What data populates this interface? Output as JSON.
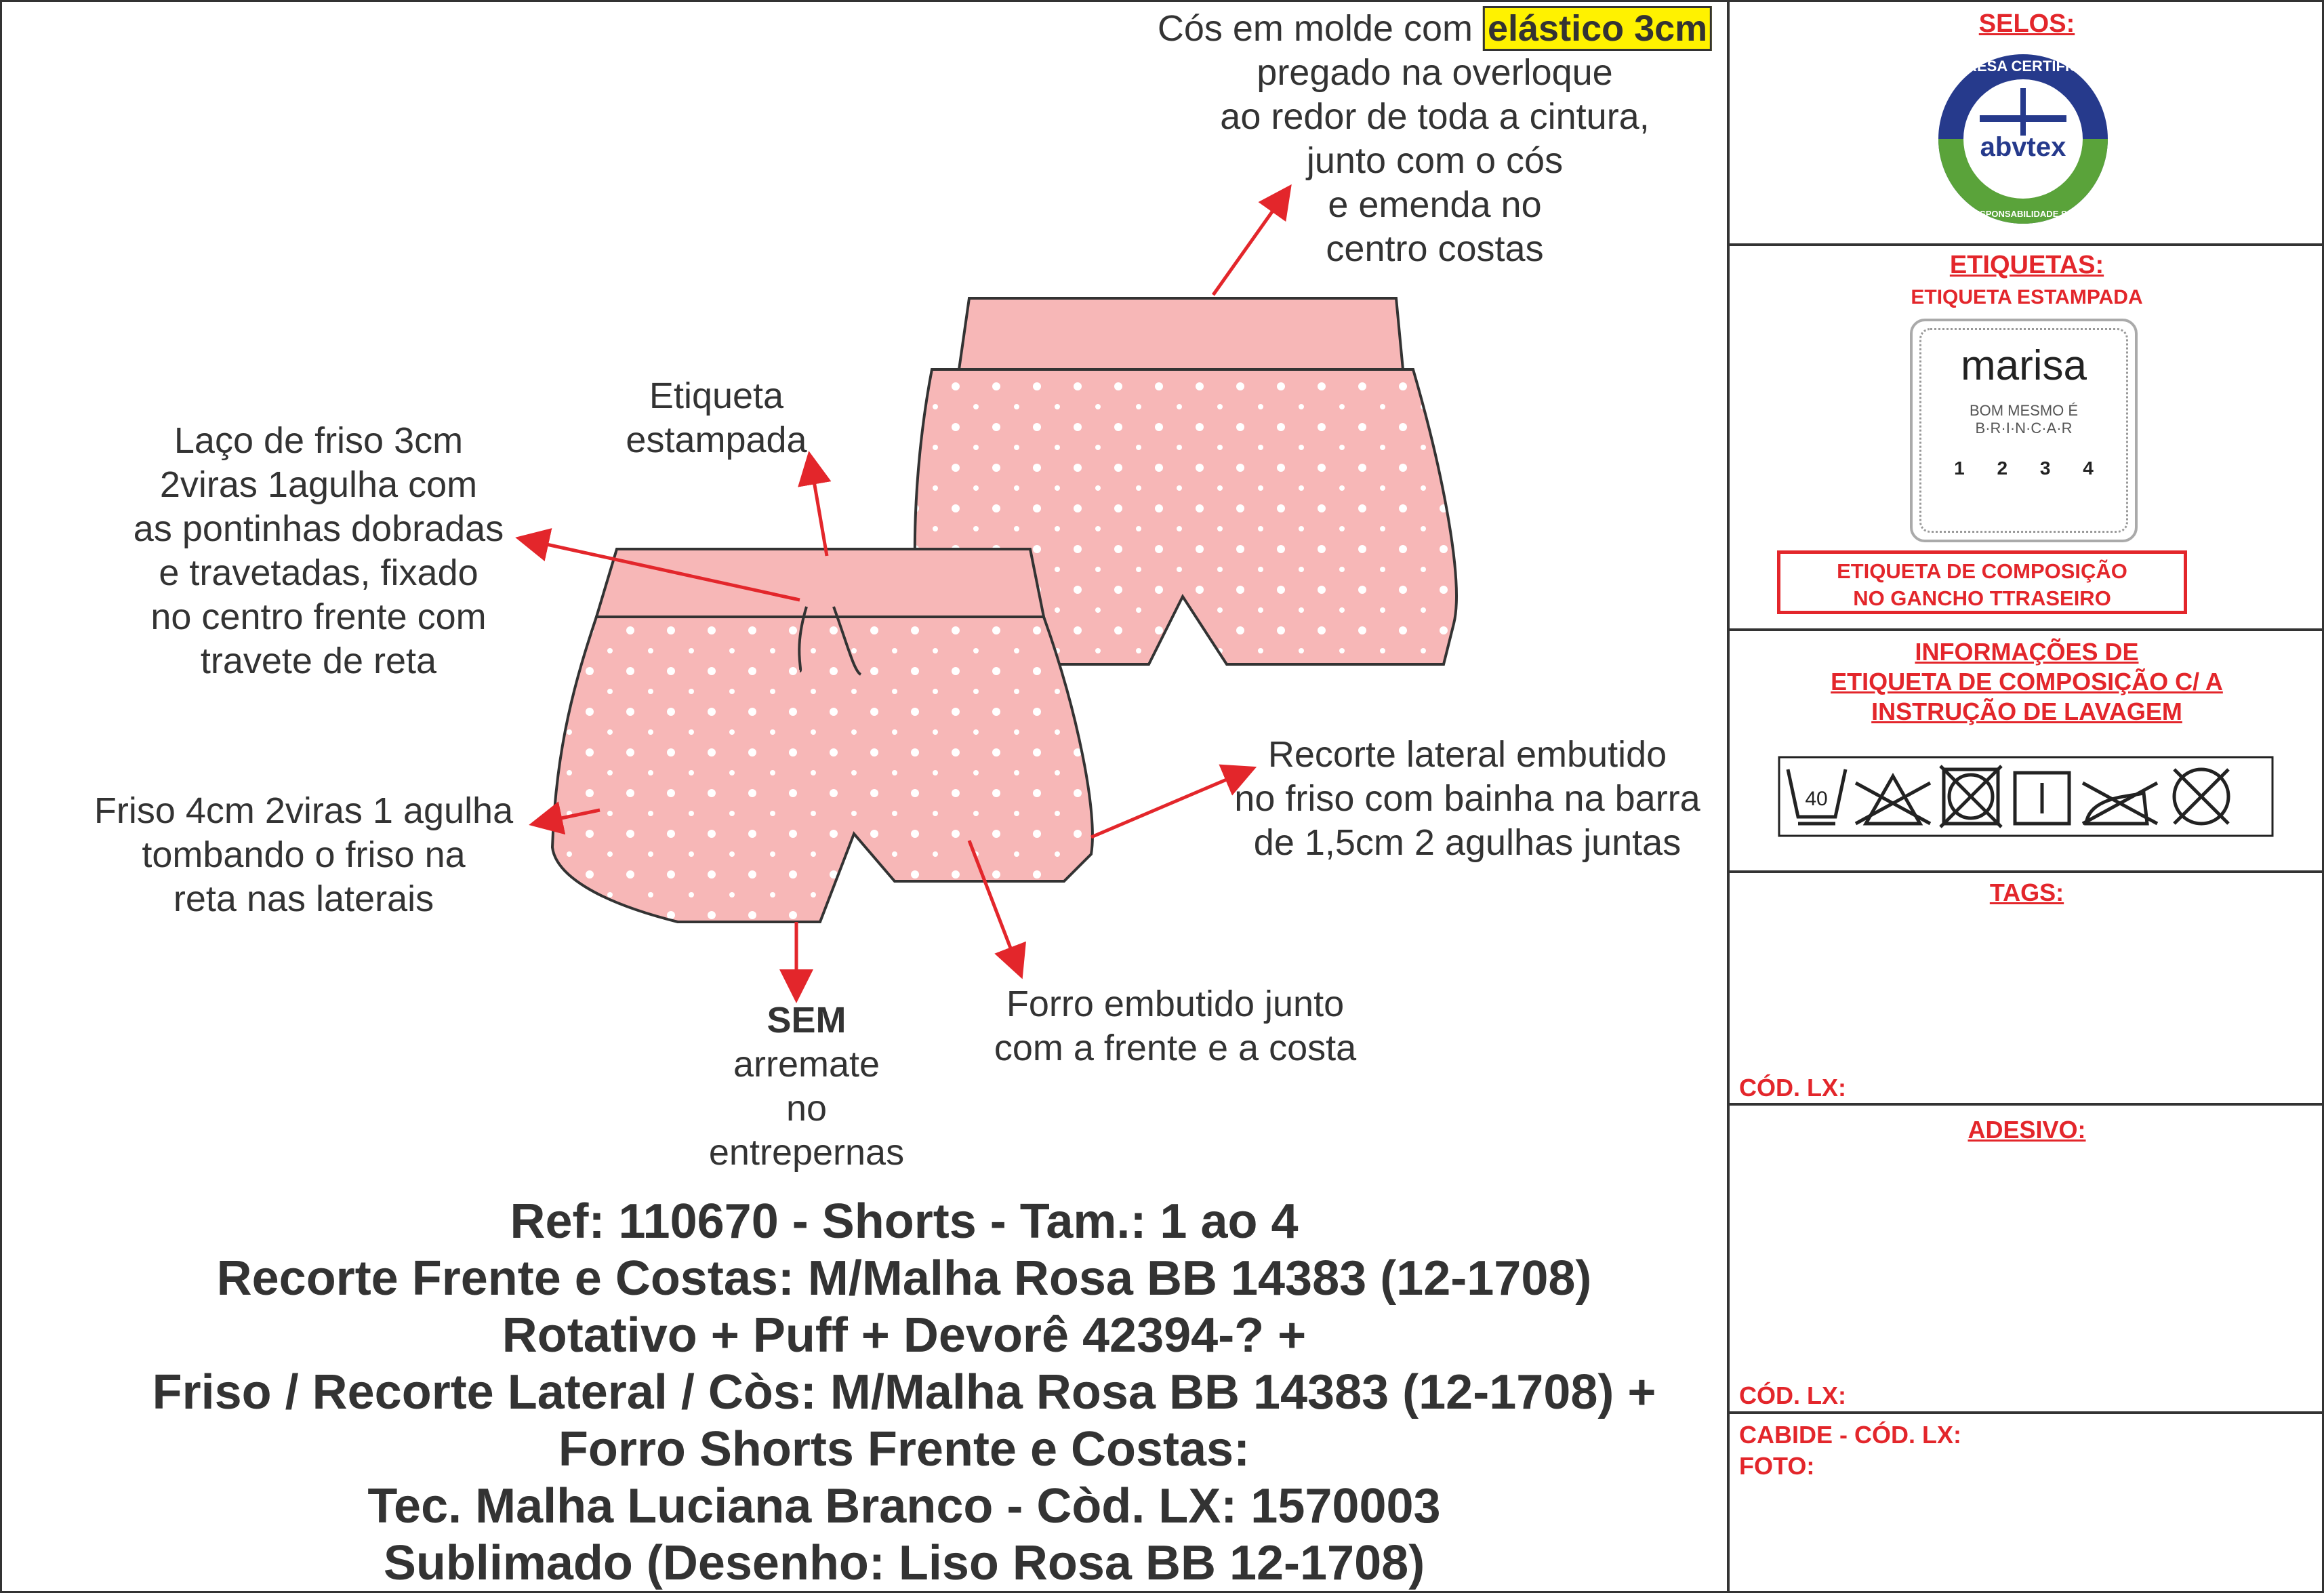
{
  "annotations": {
    "waistband": {
      "line1_pre": "Cós em molde com",
      "line1_highlight": "elástico 3cm",
      "lines": [
        "pregado na overloque",
        "ao redor de toda a cintura,",
        "junto com o cós",
        "e emenda no",
        "centro costas"
      ]
    },
    "printed_label": [
      "Etiqueta",
      "estampada"
    ],
    "bow": [
      "Laço de friso 3cm",
      "2viras 1agulha com",
      "as pontinhas dobradas",
      "e travetadas, fixado",
      "no centro frente com",
      "travete de reta"
    ],
    "piping": [
      "Friso 4cm 2viras 1 agulha",
      "tombando o friso na",
      "reta nas laterais"
    ],
    "side_panel": [
      "Recorte lateral embutido",
      "no friso com bainha na barra",
      "de 1,5cm 2 agulhas juntas"
    ],
    "crotch": {
      "bold": "SEM",
      "lines": [
        "arremate",
        "no",
        "entrepernas"
      ]
    },
    "lining": [
      "Forro embutido junto",
      "com a frente e a costa"
    ]
  },
  "spec": [
    "Ref: 110670 - Shorts - Tam.: 1 ao 4",
    "Recorte Frente e Costas: M/Malha Rosa BB 14383 (12-1708)",
    "Rotativo + Puff + Devorê 42394-? +",
    "Friso / Recorte Lateral / Còs: M/Malha Rosa BB 14383 (12-1708) +",
    "Forro Shorts Frente e Costas:",
    "Tec. Malha Luciana Branco - Còd. LX: 1570003",
    "Sublimado (Desenho: Liso Rosa BB 12-1708)"
  ],
  "panel": {
    "selos": "SELOS:",
    "seal": {
      "top": "EMPRESA CERTIFICADA",
      "brand": "abvtex",
      "bottom": "EM RESPONSABILIDADE SOCIAL"
    },
    "etiquetas": "ETIQUETAS:",
    "etiqueta_estampada": "ETIQUETA ESTAMPADA",
    "label": {
      "brand": "marisa",
      "tag1": "BOM MESMO É",
      "tag2": "B·R·I·N·C·A·R",
      "sizes": [
        "1",
        "2",
        "3",
        "4"
      ]
    },
    "composicao": [
      "ETIQUETA DE COMPOSIÇÃO",
      "NO GANCHO TTRASEIRO"
    ],
    "info": [
      "INFORMAÇÕES DE",
      "ETIQUETA DE COMPOSIÇÃO C/ A",
      "INSTRUÇÃO DE LAVAGEM"
    ],
    "wash_temp": "40",
    "care_icons": [
      "wash-40-icon",
      "no-bleach-icon",
      "no-tumble-dry-icon",
      "line-dry-icon",
      "no-iron-icon",
      "no-dry-clean-icon"
    ],
    "tags": "TAGS:",
    "cod_lx_1": "CÓD. LX:",
    "adesivo": "ADESIVO:",
    "cod_lx_2": "CÓD. LX:",
    "cabide": "CABIDE - CÓD. LX:",
    "foto": "FOTO:"
  },
  "colors": {
    "accent": "#e3262b",
    "fabric": "#f7b7b7",
    "highlight": "#fff200"
  }
}
